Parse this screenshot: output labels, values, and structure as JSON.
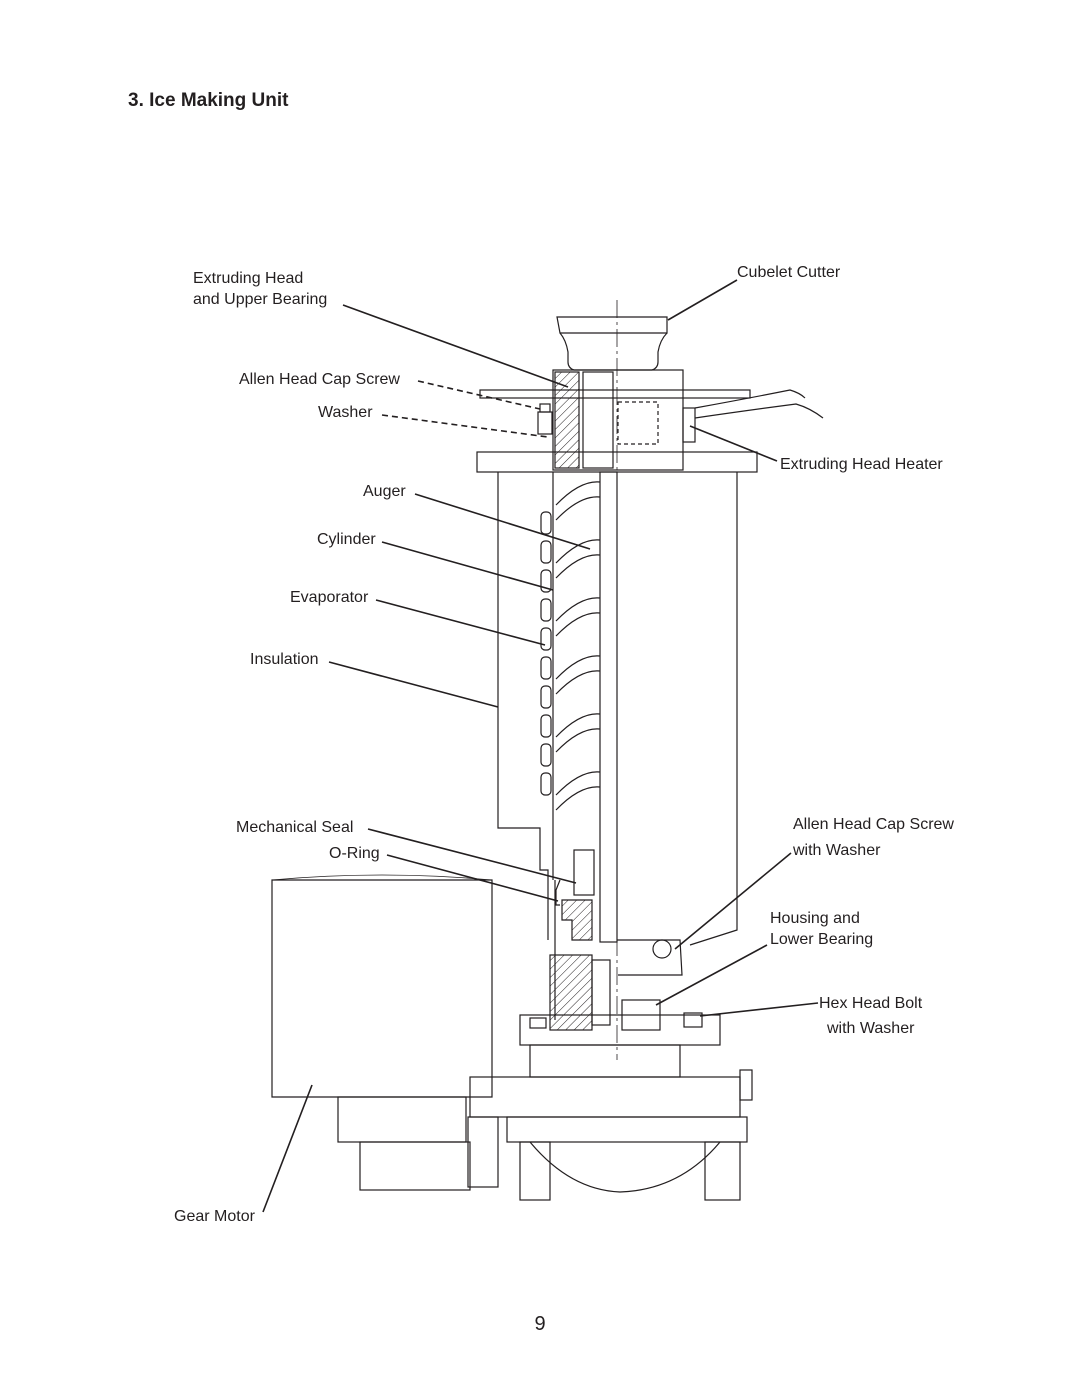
{
  "title": "3. Ice Making Unit",
  "page_number": "9",
  "labels": {
    "extruding_head": "Extruding Head",
    "upper_bearing": "and Upper Bearing",
    "allen_screw_top": "Allen Head Cap Screw",
    "washer": "Washer",
    "auger": "Auger",
    "cylinder": "Cylinder",
    "evaporator": "Evaporator",
    "insulation": "Insulation",
    "mechanical_seal": "Mechanical Seal",
    "o_ring": "O-Ring",
    "gear_motor": "Gear Motor",
    "cubelet_cutter": "Cubelet Cutter",
    "extruding_head_heater": "Extruding Head Heater",
    "allen_screw_right": "Allen Head Cap Screw",
    "with_washer_1": "with Washer",
    "housing": "Housing and",
    "lower_bearing": "Lower Bearing",
    "hex_bolt": "Hex Head Bolt",
    "with_washer_2": "with Washer"
  }
}
